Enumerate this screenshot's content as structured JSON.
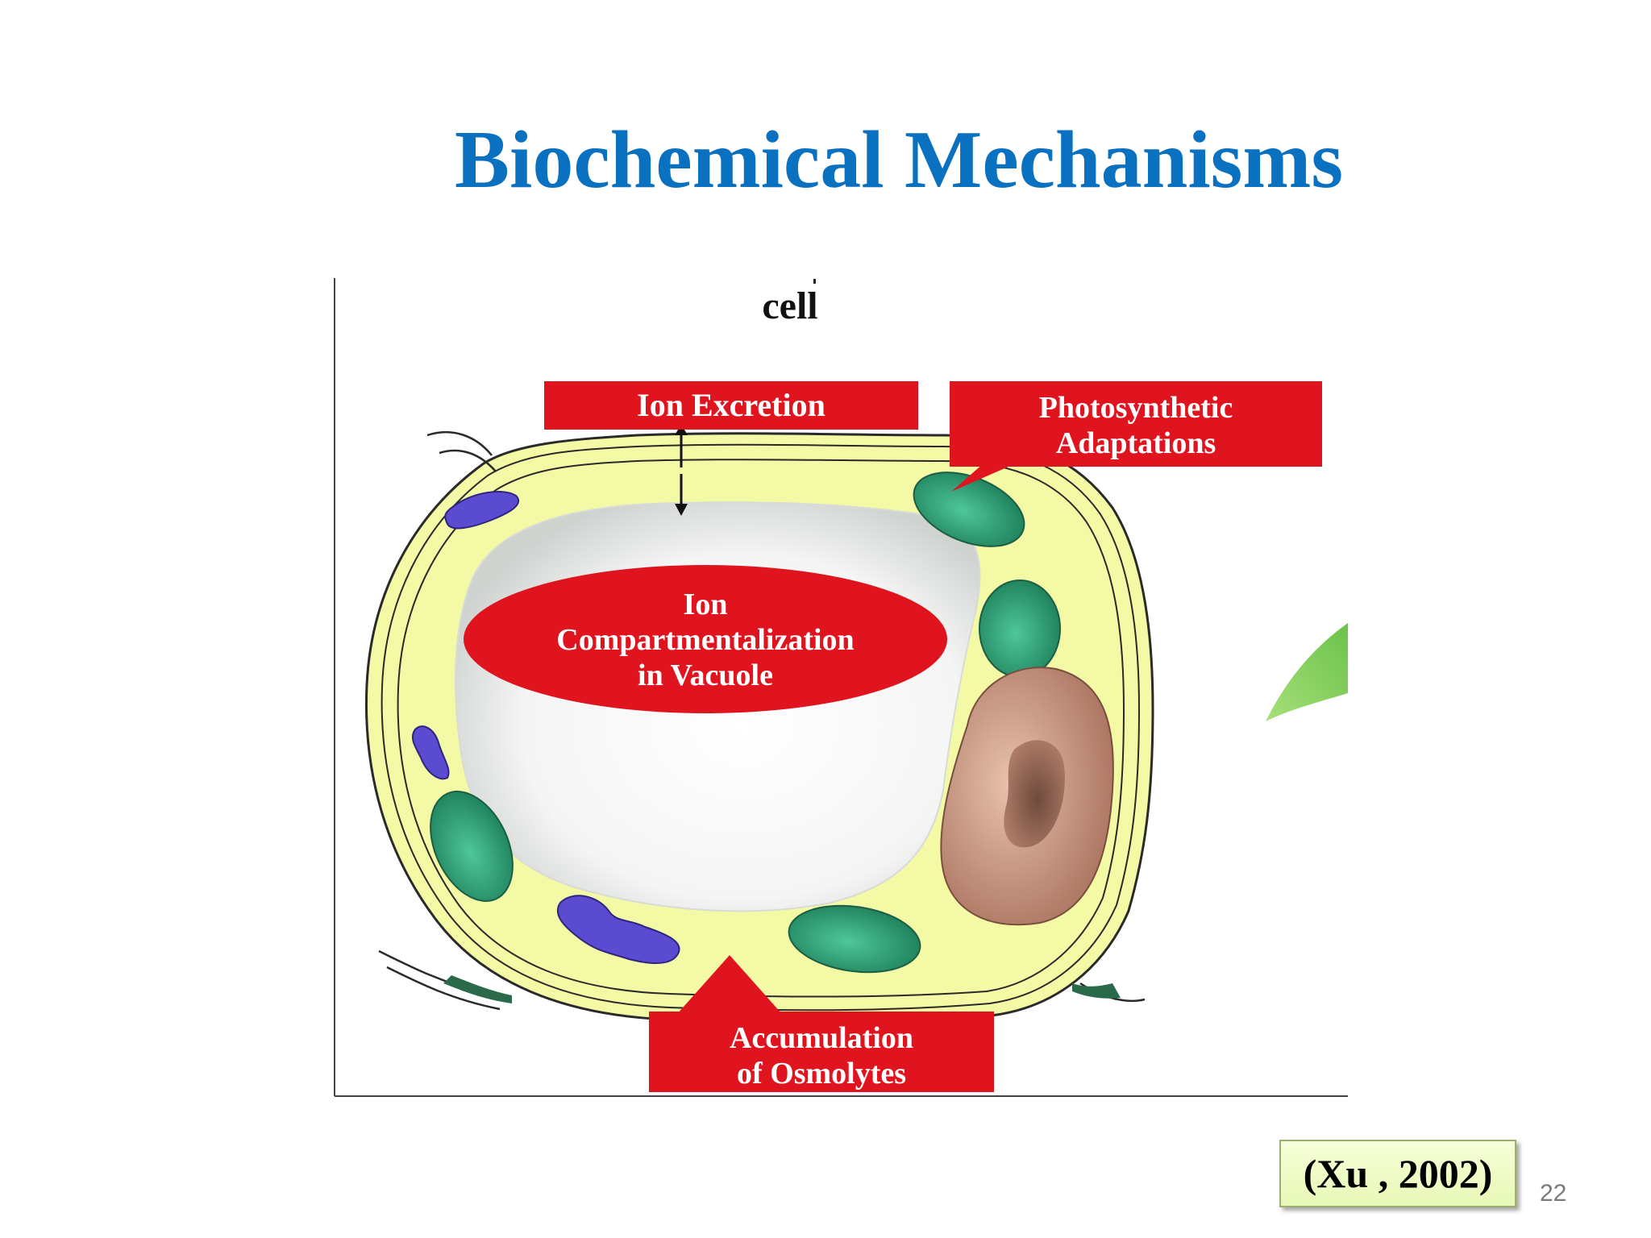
{
  "slide": {
    "title": "Biochemical Mechanisms",
    "citation": "(Xu , 2002)",
    "page_number": "22"
  },
  "diagram": {
    "top_label": "cell",
    "labels": {
      "ion_excretion": "Ion Excretion",
      "photosynthetic_line1": "Photosynthetic",
      "photosynthetic_line2": "Adaptations",
      "compartment_line1": "Ion",
      "compartment_line2": "Compartmentalization",
      "compartment_line3": "in Vacuole",
      "osmolytes_line1": "Accumulation",
      "osmolytes_line2": "of Osmolytes"
    },
    "colors": {
      "label_red": "#e0141e",
      "cytoplasm": "#f4f9a6",
      "chloroplast": "#2a9f72",
      "mitochondria": "#5a4bd0",
      "nucleus": "#c89a86",
      "title_blue": "#0a70c0"
    }
  }
}
